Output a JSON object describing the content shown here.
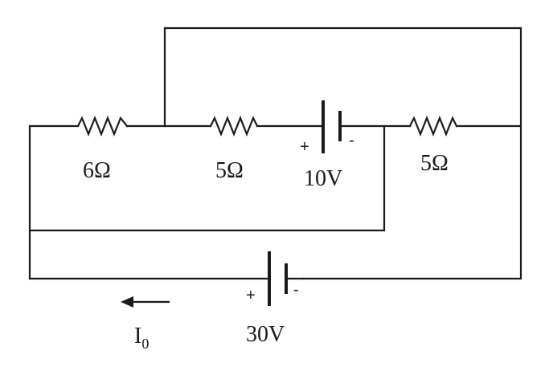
{
  "circuit": {
    "resistors": [
      {
        "id": "r6",
        "label": "6Ω"
      },
      {
        "id": "r5a",
        "label": "5Ω"
      },
      {
        "id": "r5b",
        "label": "5Ω"
      }
    ],
    "batteries": [
      {
        "id": "b10",
        "label": "10V",
        "plus": "+",
        "minus": "-"
      },
      {
        "id": "b30",
        "label": "30V",
        "plus": "+",
        "minus": "-"
      }
    ],
    "current": {
      "label": "I",
      "subscript": "0",
      "direction": "left"
    }
  }
}
